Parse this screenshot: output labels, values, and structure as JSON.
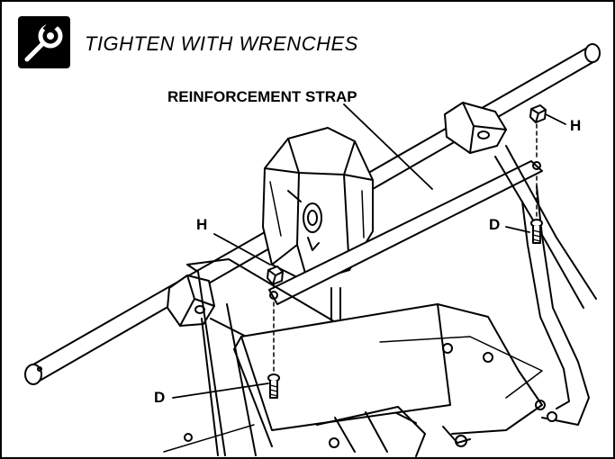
{
  "header": {
    "icon": "wrench-icon",
    "text": "TIGHTEN WITH WRENCHES"
  },
  "labels": {
    "reinforcement_strap": "REINFORCEMENT STRAP",
    "h_right": "H",
    "h_left": "H",
    "d_right": "D",
    "d_left": "D"
  },
  "colors": {
    "line": "#000000",
    "background": "#ffffff",
    "shade": "#9a9a9a",
    "dark_shade": "#555555"
  }
}
